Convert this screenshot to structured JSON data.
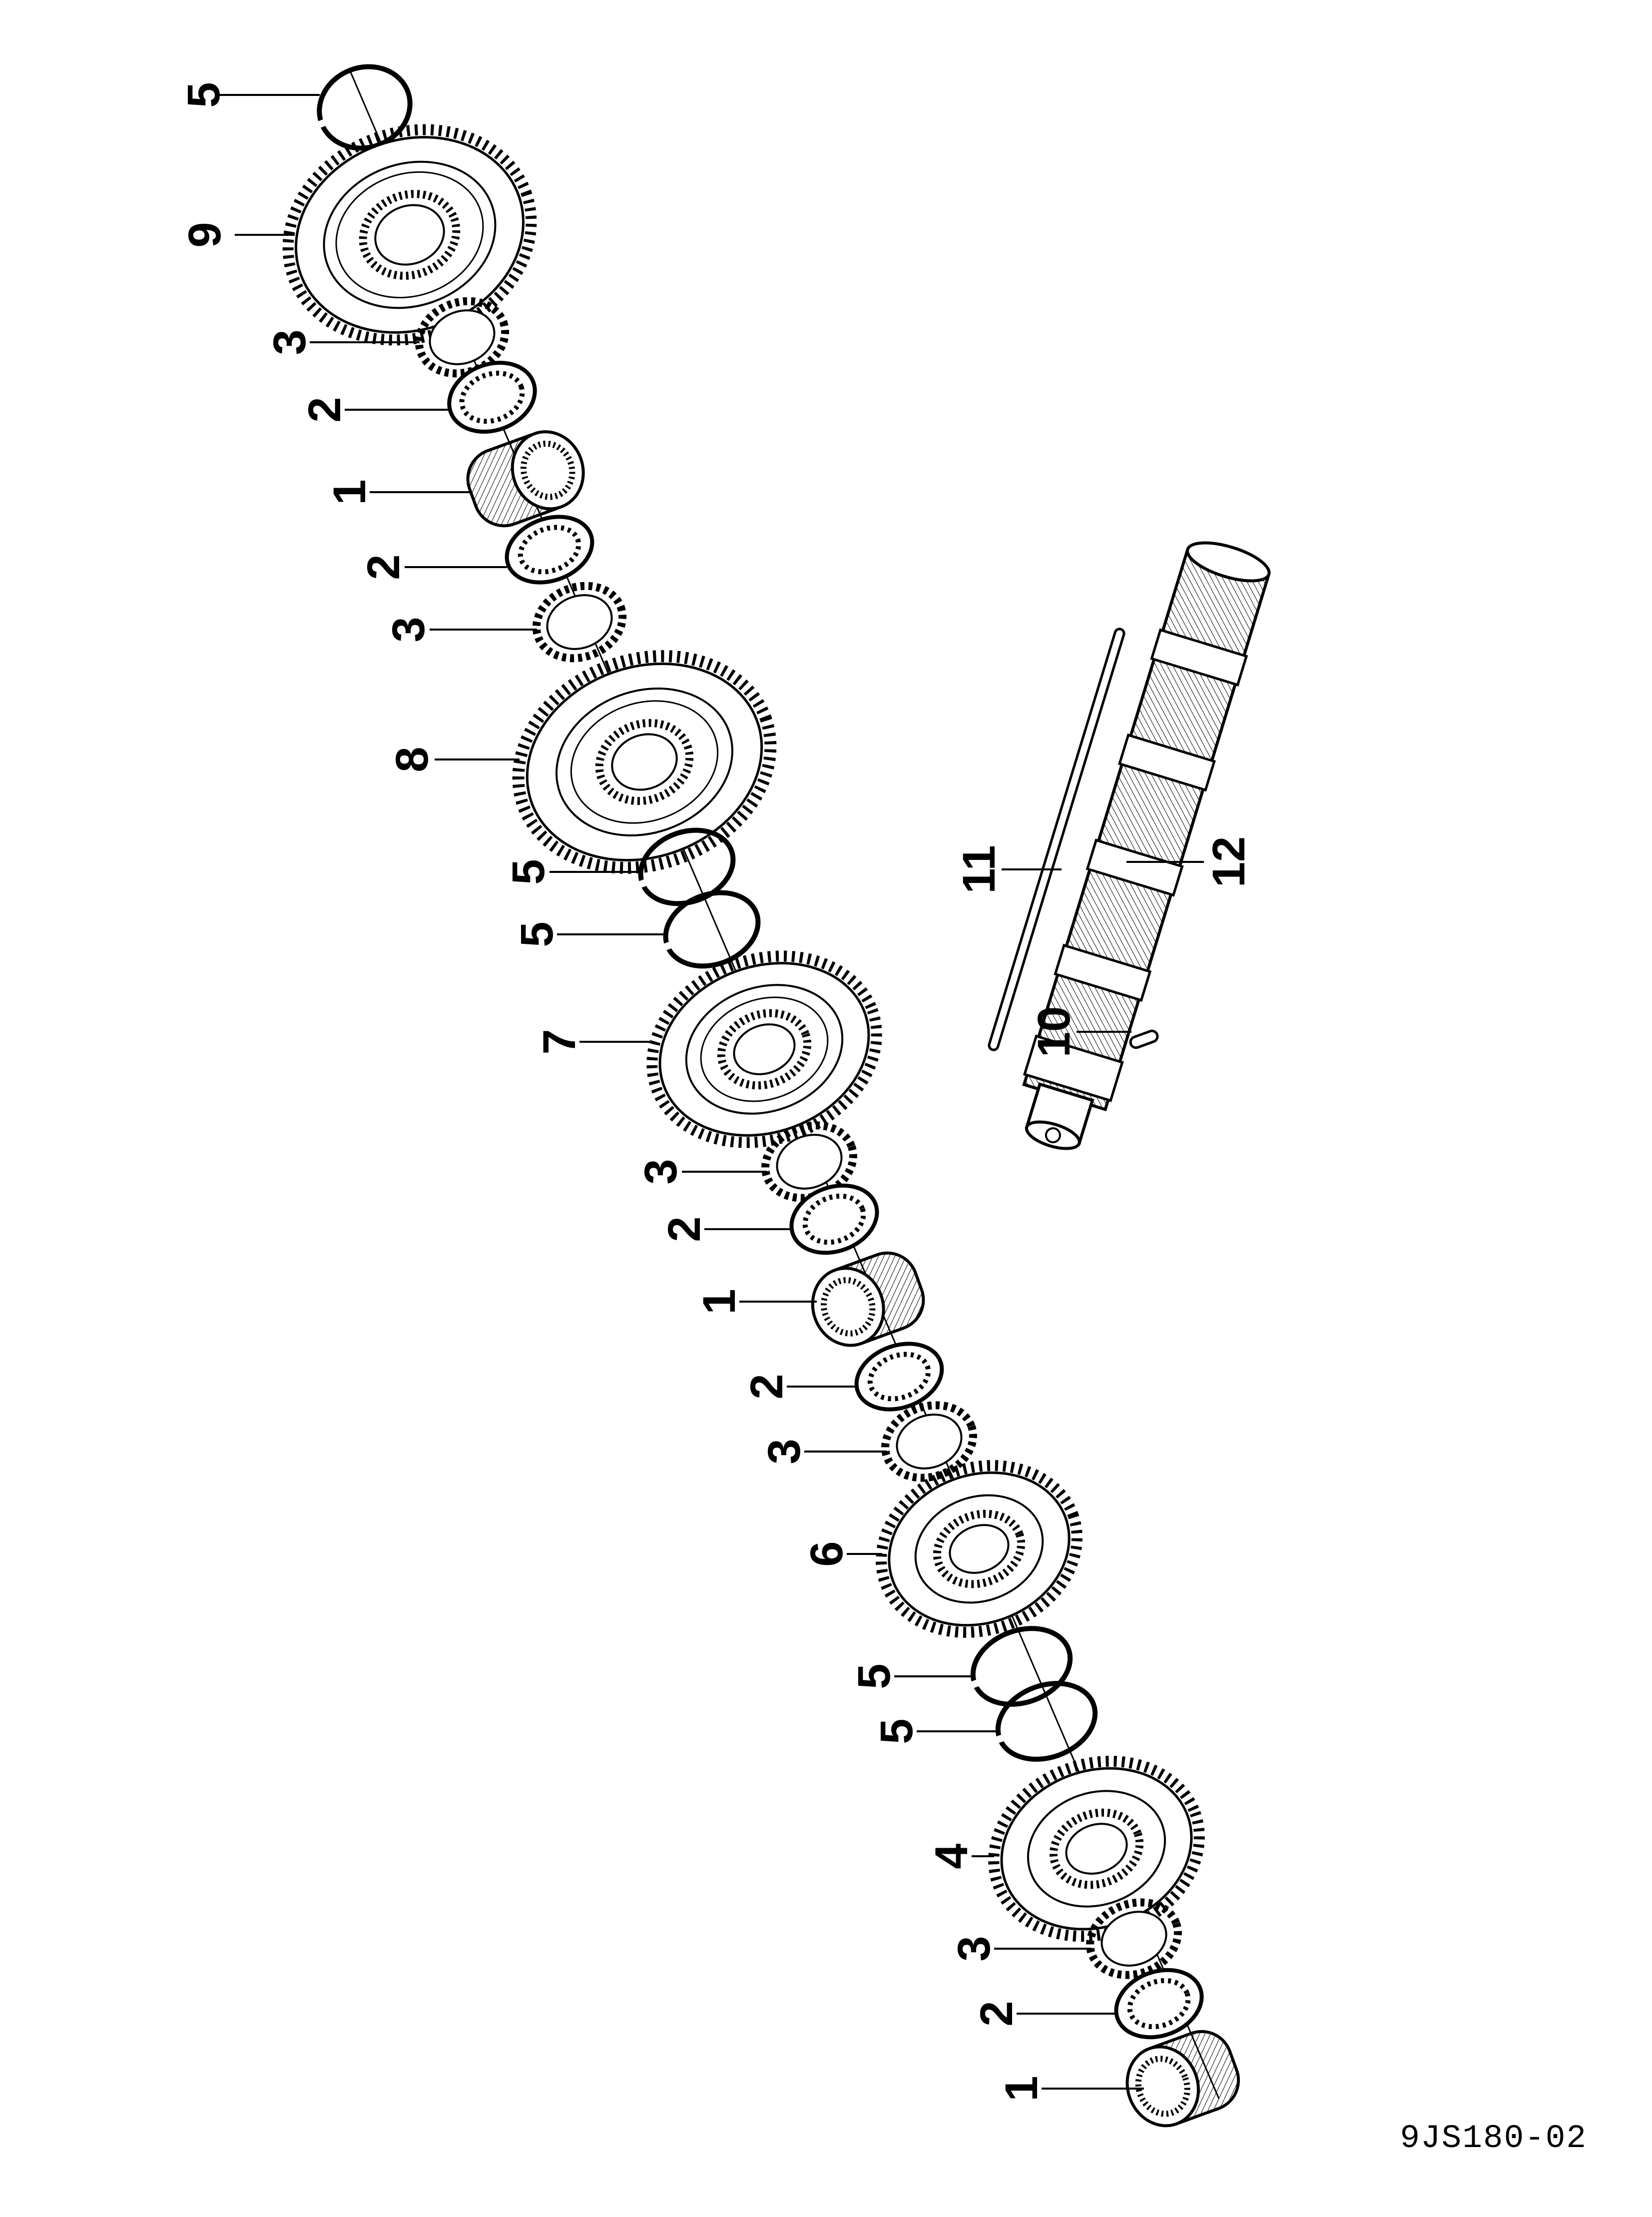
{
  "drawing_code": "9JS180-02",
  "parts": [
    {
      "id": "ring-top",
      "type": "ring",
      "label": "5"
    },
    {
      "id": "gear-9",
      "type": "gear",
      "label": "9"
    },
    {
      "id": "ring-9a",
      "type": "spline-ring",
      "label": "3"
    },
    {
      "id": "washer-9",
      "type": "washer",
      "label": "2"
    },
    {
      "id": "bearing-1a",
      "type": "bearing",
      "label": "1"
    },
    {
      "id": "washer-8",
      "type": "washer",
      "label": "2"
    },
    {
      "id": "ring-8a",
      "type": "spline-ring",
      "label": "3"
    },
    {
      "id": "gear-8",
      "type": "gear",
      "label": "8"
    },
    {
      "id": "ring-5a",
      "type": "ring",
      "label": "5"
    },
    {
      "id": "ring-5b",
      "type": "ring",
      "label": "5"
    },
    {
      "id": "gear-7",
      "type": "gear",
      "label": "7"
    },
    {
      "id": "ring-7a",
      "type": "spline-ring",
      "label": "3"
    },
    {
      "id": "washer-7",
      "type": "washer",
      "label": "2"
    },
    {
      "id": "bearing-1b",
      "type": "bearing",
      "label": "1"
    },
    {
      "id": "washer-6",
      "type": "washer",
      "label": "2"
    },
    {
      "id": "ring-6a",
      "type": "spline-ring",
      "label": "3"
    },
    {
      "id": "gear-6",
      "type": "gear",
      "label": "6"
    },
    {
      "id": "ring-5c",
      "type": "ring",
      "label": "5"
    },
    {
      "id": "ring-5d",
      "type": "ring",
      "label": "5"
    },
    {
      "id": "gear-4",
      "type": "gear",
      "label": "4"
    },
    {
      "id": "ring-4a",
      "type": "spline-ring",
      "label": "3"
    },
    {
      "id": "washer-4",
      "type": "washer",
      "label": "2"
    },
    {
      "id": "bearing-1c",
      "type": "bearing",
      "label": "1"
    },
    {
      "id": "shaft",
      "type": "shaft",
      "label": "12"
    },
    {
      "id": "rod",
      "type": "rod",
      "label": "11"
    },
    {
      "id": "pin",
      "type": "pin",
      "label": "10"
    }
  ]
}
